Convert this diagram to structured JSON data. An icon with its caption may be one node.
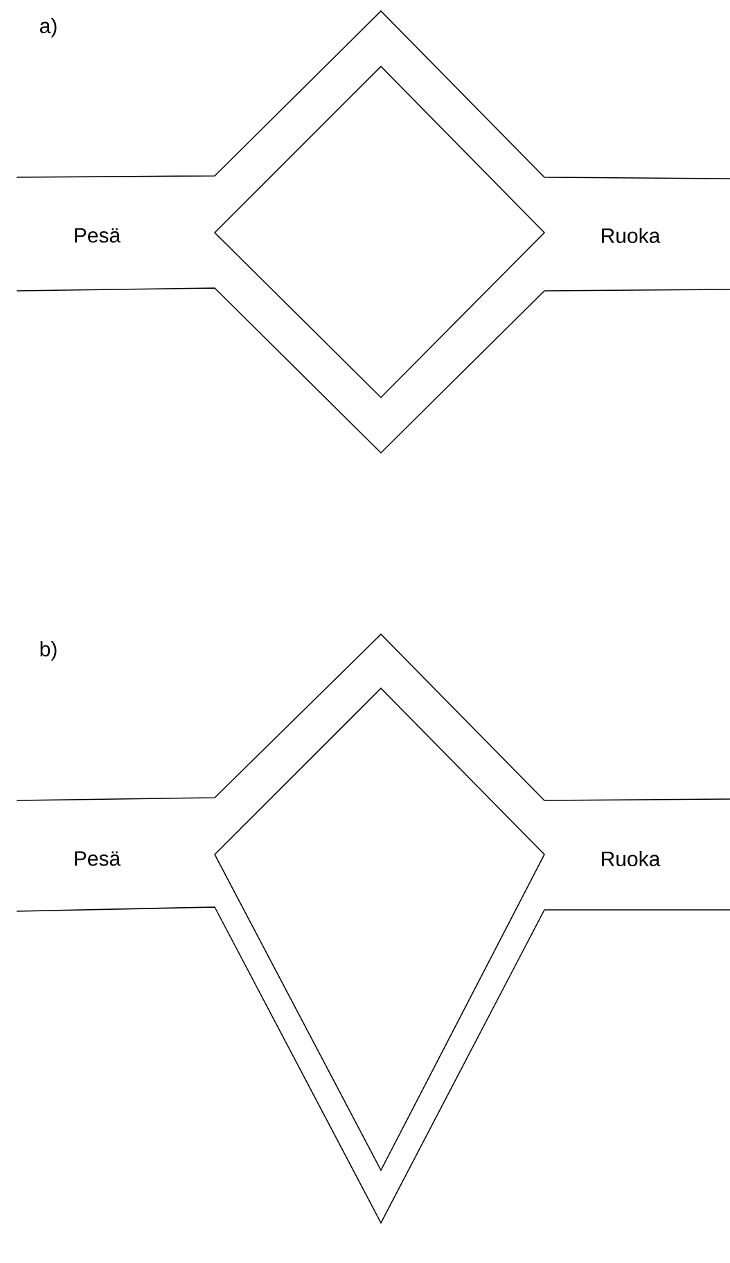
{
  "diagram": {
    "labels": [
      "a)",
      "Pesä",
      "Ruoka",
      "b)",
      "Pesä",
      "Ruoka"
    ]
  }
}
